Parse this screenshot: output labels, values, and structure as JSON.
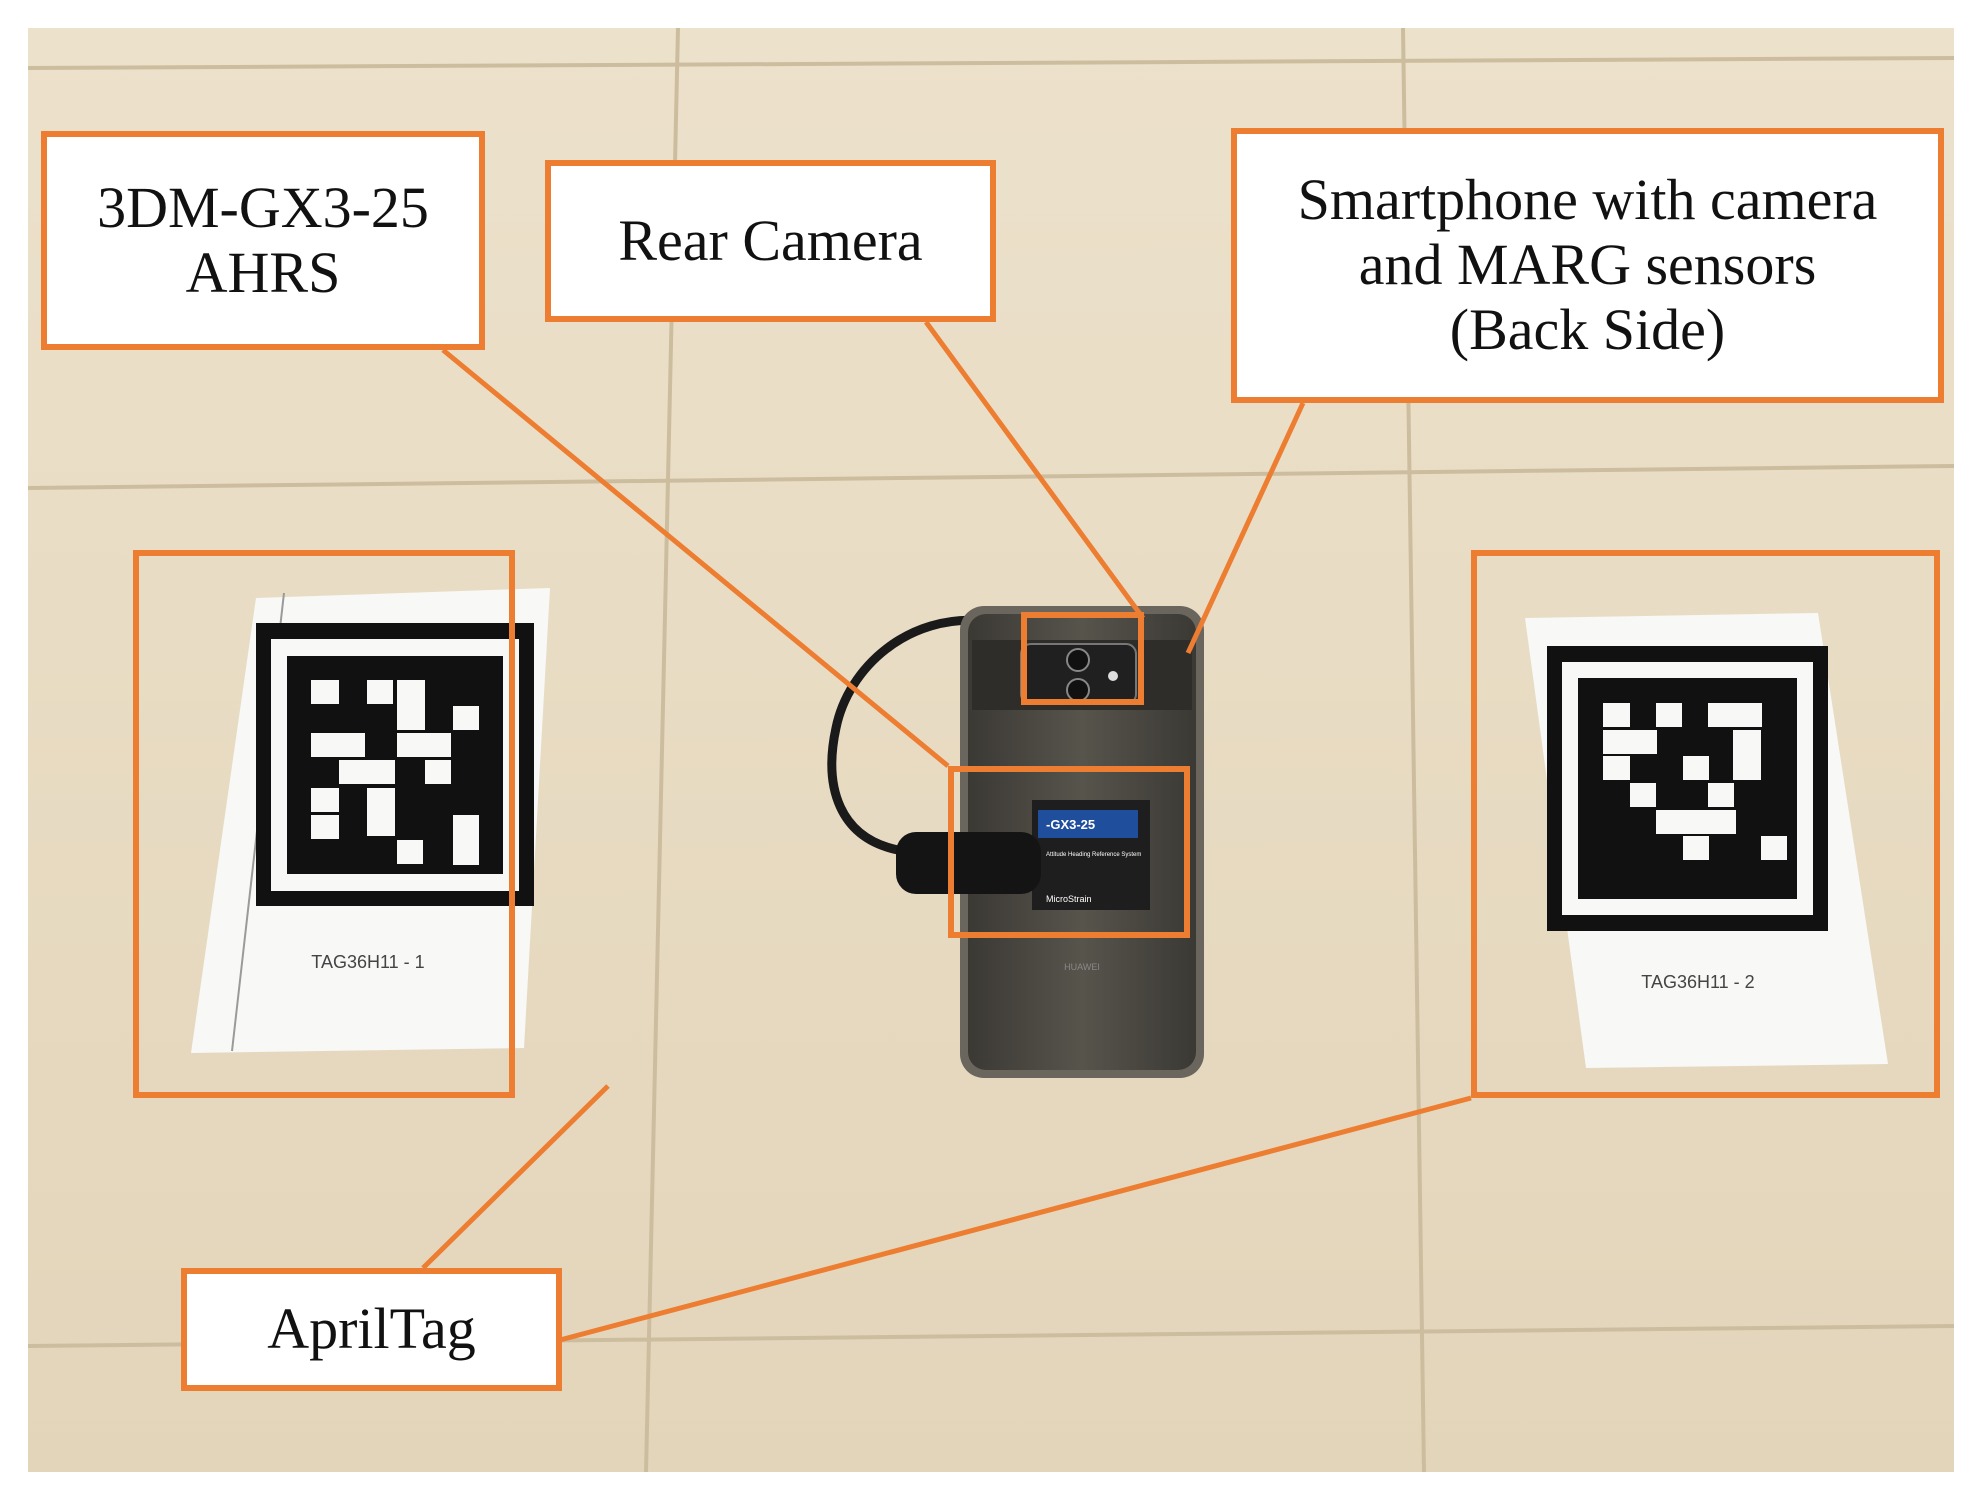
{
  "figure": {
    "callouts": {
      "ahrs": [
        "3DM-GX3-25",
        "AHRS"
      ],
      "rear_camera": [
        "Rear Camera"
      ],
      "smartphone": [
        "Smartphone with camera",
        "and MARG sensors",
        "(Back Side)"
      ],
      "apriltag": [
        "AprilTag"
      ]
    },
    "tags": {
      "left_caption": "TAG36H11 - 1",
      "right_caption": "TAG36H11 - 2"
    },
    "device": {
      "imu_label": "-GX3-25",
      "imu_subtitle": "Attitude Heading Reference System",
      "imu_brand": "MicroStrain",
      "phone_brand": "HUAWEI"
    }
  },
  "colors": {
    "callout_border": "#ec7d31",
    "floor_tile": "#e9dcc3",
    "grout": "#cfc0a4",
    "phone_body": "#4a4842",
    "imu_blue": "#1f4e9c"
  }
}
